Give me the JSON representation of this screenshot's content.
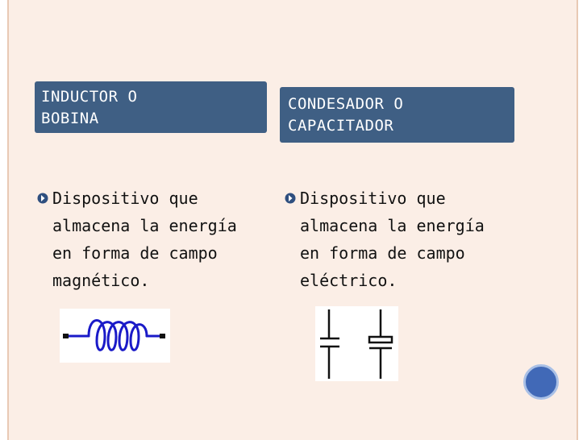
{
  "columns": [
    {
      "header": "INDUCTOR O\nBOBINA",
      "bullet": "Dispositivo que\nalmacena la energía\nen forma de campo\nmagnético.",
      "diagram_icon": "inductor-coil-icon"
    },
    {
      "header": "CONDESADOR O\nCAPACITADOR",
      "bullet": "Dispositivo que\nalmacena la energía\nen forma de campo\neléctrico.",
      "diagram_icon": "capacitor-symbols-icon"
    }
  ],
  "colors": {
    "background": "#fbeee6",
    "header_fill": "#3f5f84",
    "bullet_marker": "#2f4f7f",
    "circuit_blue": "#1a1ac8",
    "decoration_circle": "#4169b7"
  }
}
